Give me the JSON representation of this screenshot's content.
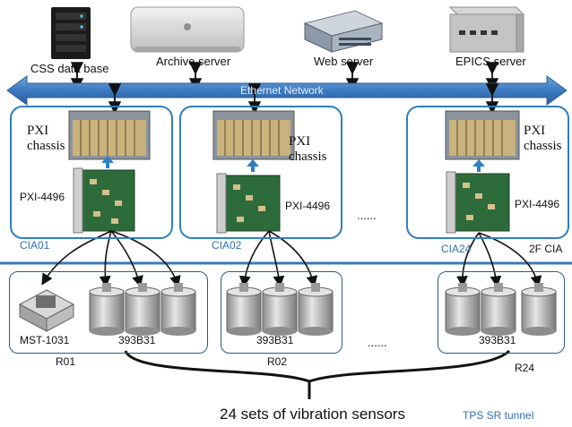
{
  "servers": {
    "css": "CSS data base",
    "archive": "Archive server",
    "web": "Web server",
    "epics": "EPICS server"
  },
  "network": {
    "label": "Ethernet Network"
  },
  "cia_units": [
    {
      "label": "CIA01",
      "chassis": "PXI chassis",
      "card": "PXI-4496"
    },
    {
      "label": "CIA02",
      "chassis": "PXI chassis",
      "card": "PXI-4496"
    },
    {
      "label": "CIA24",
      "chassis": "PXI chassis",
      "card": "PXI-4496"
    }
  ],
  "ellipsis": "......",
  "floor_label": "2F CIA",
  "rooms": [
    {
      "label": "R01",
      "sensor_extra": "MST-1031",
      "sensor": "393B31"
    },
    {
      "label": "R02",
      "sensor": "393B31"
    },
    {
      "label": "R24",
      "sensor": "393B31"
    }
  ],
  "caption": "24 sets of vibration sensors",
  "tunnel_label": "TPS SR tunnel",
  "colors": {
    "network": "#3c79c0",
    "cia_border": "#2f7fc0",
    "divider": "#3a78b8",
    "label_blue": "#2f6fae"
  }
}
